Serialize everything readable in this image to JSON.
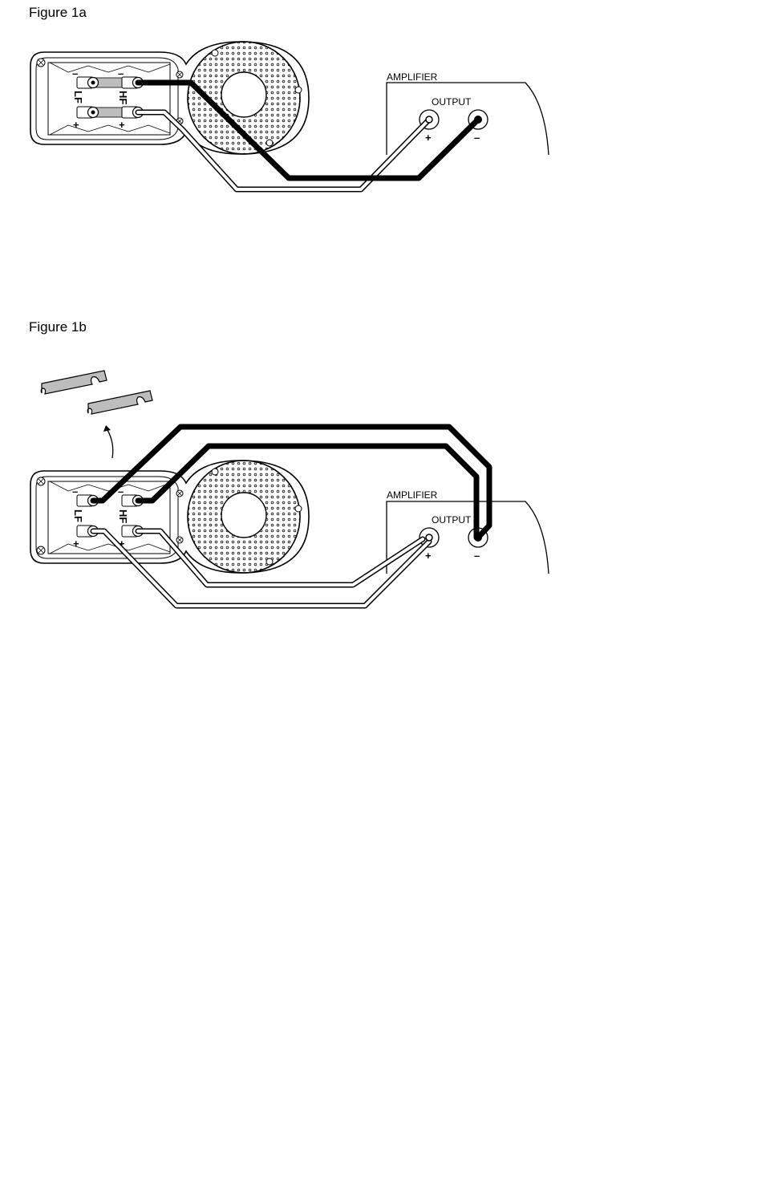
{
  "figures": [
    {
      "title": "Figure 1a",
      "amplifier_label": "AMPLIFIER",
      "output_label": "OUTPUT",
      "plus": "+",
      "minus": "–",
      "terminal_labels": {
        "lf": "LF",
        "hf": "HF",
        "minus": "–",
        "plus": "+"
      }
    },
    {
      "title": "Figure 1b",
      "amplifier_label": "AMPLIFIER",
      "output_label": "OUTPUT",
      "plus": "+",
      "minus": "–",
      "terminal_labels": {
        "lf": "LF",
        "hf": "HF",
        "minus": "–",
        "plus": "+"
      }
    }
  ],
  "colors": {
    "ink": "#000000",
    "paper": "#ffffff",
    "link_grey": "#bdbdbd"
  }
}
